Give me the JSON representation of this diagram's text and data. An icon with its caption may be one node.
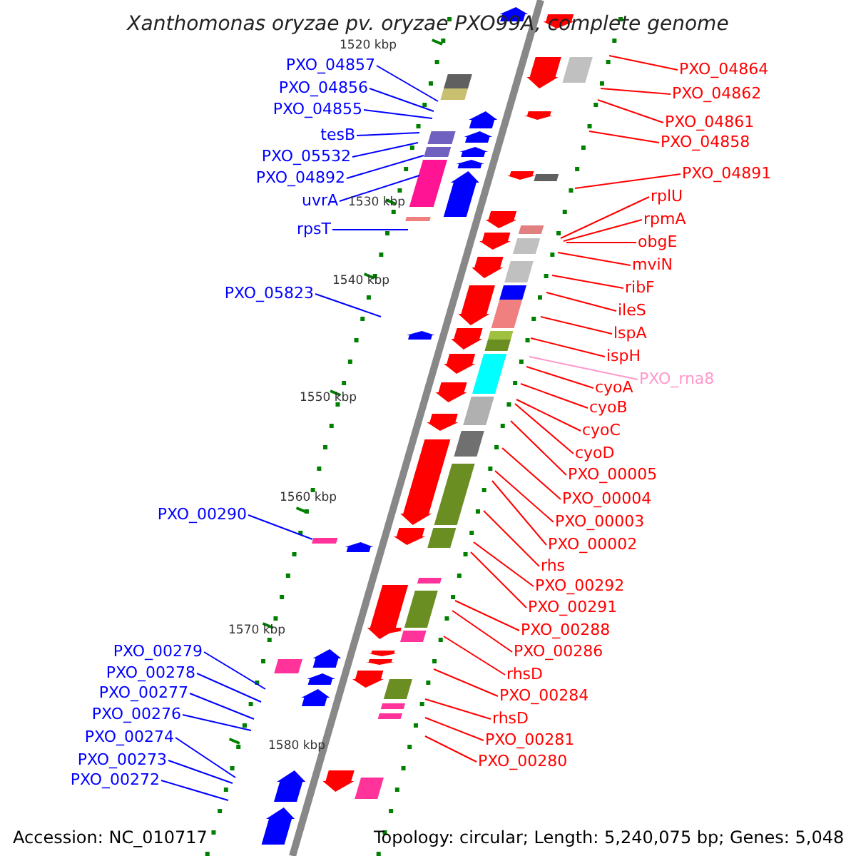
{
  "diagram": {
    "title": "Xanthomonas oryzae pv. oryzae PXO99A, complete genome",
    "nodes": [
      {
        "text": [
          "PXO_04857"
        ]
      },
      {
        "text": [
          "PXO_04856"
        ]
      },
      {
        "text": [
          "PXO_04855"
        ]
      },
      {
        "text": [
          "tesB"
        ]
      },
      {
        "text": [
          "PXO_05532"
        ]
      },
      {
        "text": [
          "PXO_04892"
        ]
      },
      {
        "text": [
          "uvrA"
        ]
      },
      {
        "text": [
          "rpsT"
        ]
      },
      {
        "text": [
          "PXO_05823"
        ]
      },
      {
        "text": [
          "PXO_00290"
        ]
      },
      {
        "text": [
          "PXO_00279"
        ]
      },
      {
        "text": [
          "PXO_00278"
        ]
      },
      {
        "text": [
          "PXO_00277"
        ]
      },
      {
        "text": [
          "PXO_00276"
        ]
      },
      {
        "text": [
          "PXO_00274"
        ]
      },
      {
        "text": [
          "PXO_00273"
        ]
      },
      {
        "text": [
          "PXO_00272"
        ]
      },
      {
        "text": [
          "PXO_04864"
        ]
      },
      {
        "text": [
          "PXO_04862"
        ]
      },
      {
        "text": [
          "PXO_04861"
        ]
      },
      {
        "text": [
          "PXO_04858"
        ]
      },
      {
        "text": [
          "PXO_04891"
        ]
      },
      {
        "text": [
          "rplU"
        ]
      },
      {
        "text": [
          "rpmA"
        ]
      },
      {
        "text": [
          "obgE"
        ]
      },
      {
        "text": [
          "mviN"
        ]
      },
      {
        "text": [
          "ribF"
        ]
      },
      {
        "text": [
          "ileS"
        ]
      },
      {
        "text": [
          "lspA"
        ]
      },
      {
        "text": [
          "ispH"
        ]
      },
      {
        "text": [
          "PXO_rna8"
        ]
      },
      {
        "text": [
          "cyoA"
        ]
      },
      {
        "text": [
          "cyoB"
        ]
      },
      {
        "text": [
          "cyoC"
        ]
      },
      {
        "text": [
          "cyoD"
        ]
      },
      {
        "text": [
          "PXO_00005"
        ]
      },
      {
        "text": [
          "PXO_00004"
        ]
      },
      {
        "text": [
          "PXO_00003"
        ]
      },
      {
        "text": [
          "PXO_00002"
        ]
      },
      {
        "text": [
          "rhs"
        ]
      },
      {
        "text": [
          "PXO_00292"
        ]
      },
      {
        "text": [
          "PXO_00291"
        ]
      },
      {
        "text": [
          "PXO_00288"
        ]
      },
      {
        "text": [
          "PXO_00286"
        ]
      },
      {
        "text": [
          "rhsD"
        ]
      },
      {
        "text": [
          "PXO_00284"
        ]
      },
      {
        "text": [
          "rhsD"
        ]
      },
      {
        "text": [
          "PXO_00281"
        ]
      },
      {
        "text": [
          "PXO_00280"
        ]
      }
    ],
    "edges": [
      {
        "from": 0,
        "to": null,
        "arrow": "none",
        "color": "#0000ff"
      },
      {
        "from": 1,
        "to": null,
        "arrow": "none",
        "color": "#0000ff"
      },
      {
        "from": 2,
        "to": null,
        "arrow": "none",
        "color": "#0000ff"
      },
      {
        "from": 3,
        "to": null,
        "arrow": "none",
        "color": "#0000ff"
      },
      {
        "from": 4,
        "to": null,
        "arrow": "none",
        "color": "#0000ff"
      },
      {
        "from": 5,
        "to": null,
        "arrow": "none",
        "color": "#0000ff"
      },
      {
        "from": 6,
        "to": null,
        "arrow": "none",
        "color": "#0000ff"
      },
      {
        "from": 7,
        "to": null,
        "arrow": "none",
        "color": "#0000ff"
      },
      {
        "from": 8,
        "to": null,
        "arrow": "none",
        "color": "#0000ff"
      },
      {
        "from": 9,
        "to": null,
        "arrow": "none",
        "color": "#0000ff"
      },
      {
        "from": 10,
        "to": null,
        "arrow": "none",
        "color": "#0000ff"
      },
      {
        "from": 11,
        "to": null,
        "arrow": "none",
        "color": "#0000ff"
      },
      {
        "from": 12,
        "to": null,
        "arrow": "none",
        "color": "#0000ff"
      },
      {
        "from": 13,
        "to": null,
        "arrow": "none",
        "color": "#0000ff"
      },
      {
        "from": 14,
        "to": null,
        "arrow": "none",
        "color": "#0000ff"
      },
      {
        "from": 15,
        "to": null,
        "arrow": "none",
        "color": "#0000ff"
      },
      {
        "from": 16,
        "to": null,
        "arrow": "none",
        "color": "#0000ff"
      },
      {
        "from": 17,
        "to": null,
        "arrow": "none"
      },
      {
        "from": 18,
        "to": null,
        "arrow": "none"
      },
      {
        "from": 19,
        "to": null,
        "arrow": "none"
      },
      {
        "from": 20,
        "to": null,
        "arrow": "none"
      },
      {
        "from": 21,
        "to": null,
        "arrow": "none"
      },
      {
        "from": 22,
        "to": null,
        "arrow": "none"
      },
      {
        "from": 23,
        "to": null,
        "arrow": "none"
      },
      {
        "from": 24,
        "to": null,
        "arrow": "none"
      },
      {
        "from": 25,
        "to": null,
        "arrow": "none"
      },
      {
        "from": 26,
        "to": null,
        "arrow": "none"
      },
      {
        "from": 27,
        "to": null,
        "arrow": "none"
      },
      {
        "from": 28,
        "to": null,
        "arrow": "none"
      },
      {
        "from": 29,
        "to": null,
        "arrow": "none"
      },
      {
        "from": 30,
        "to": null,
        "arrow": "none",
        "color": "#ff99cc"
      },
      {
        "from": 31,
        "to": null,
        "arrow": "none"
      },
      {
        "from": 32,
        "to": null,
        "arrow": "none"
      },
      {
        "from": 33,
        "to": null,
        "arrow": "none"
      },
      {
        "from": 34,
        "to": null,
        "arrow": "none"
      },
      {
        "from": 35,
        "to": null,
        "arrow": "none"
      },
      {
        "from": 36,
        "to": null,
        "arrow": "none"
      },
      {
        "from": 37,
        "to": null,
        "arrow": "none"
      },
      {
        "from": 38,
        "to": null,
        "arrow": "none"
      },
      {
        "from": 39,
        "to": null,
        "arrow": "none"
      },
      {
        "from": 40,
        "to": null,
        "arrow": "none"
      },
      {
        "from": 41,
        "to": null,
        "arrow": "none"
      },
      {
        "from": 42,
        "to": null,
        "arrow": "none"
      },
      {
        "from": 43,
        "to": null,
        "arrow": "none"
      },
      {
        "from": 44,
        "to": null,
        "arrow": "none"
      },
      {
        "from": 45,
        "to": null,
        "arrow": "none"
      },
      {
        "from": 46,
        "to": null,
        "arrow": "none"
      },
      {
        "from": 47,
        "to": null,
        "arrow": "none"
      },
      {
        "from": 48,
        "to": null,
        "arrow": "none"
      }
    ],
    "labels": [
      "1520 kbp",
      "1530 kbp",
      "1540 kbp",
      "1550 kbp",
      "1560 kbp",
      "1570 kbp",
      "1580 kbp",
      "Accession: NC_010717",
      "Topology: circular; Length: 5,240,075 bp; Genes: 5,048"
    ]
  }
}
